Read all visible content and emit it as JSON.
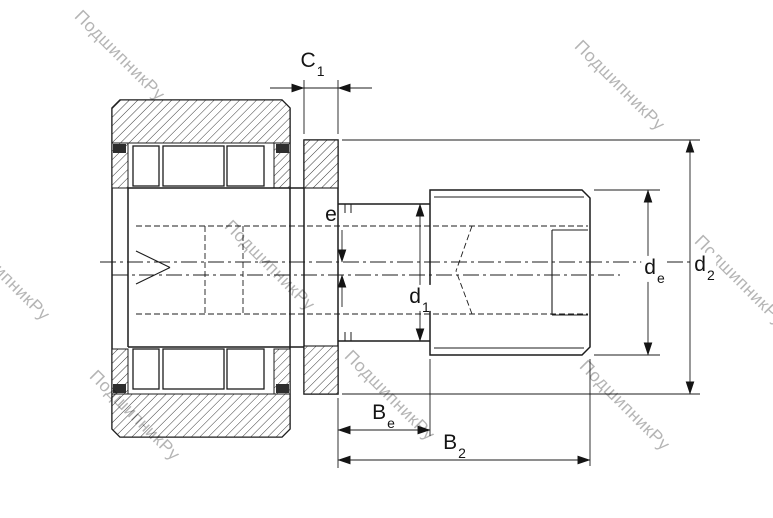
{
  "watermark": {
    "text": "ПодшипникРу"
  },
  "dimension_labels": {
    "c1": {
      "base": "C",
      "sub": "1"
    },
    "e": {
      "base": "e",
      "sub": ""
    },
    "d1": {
      "base": "d",
      "sub": "1"
    },
    "de": {
      "base": "d",
      "sub": "e"
    },
    "d2": {
      "base": "d",
      "sub": "2"
    },
    "be": {
      "base": "B",
      "sub": "e"
    },
    "b2": {
      "base": "B",
      "sub": "2"
    }
  },
  "colors": {
    "line": "#1c1c1c",
    "watermark": "#b5b5b5",
    "background": "#ffffff"
  }
}
